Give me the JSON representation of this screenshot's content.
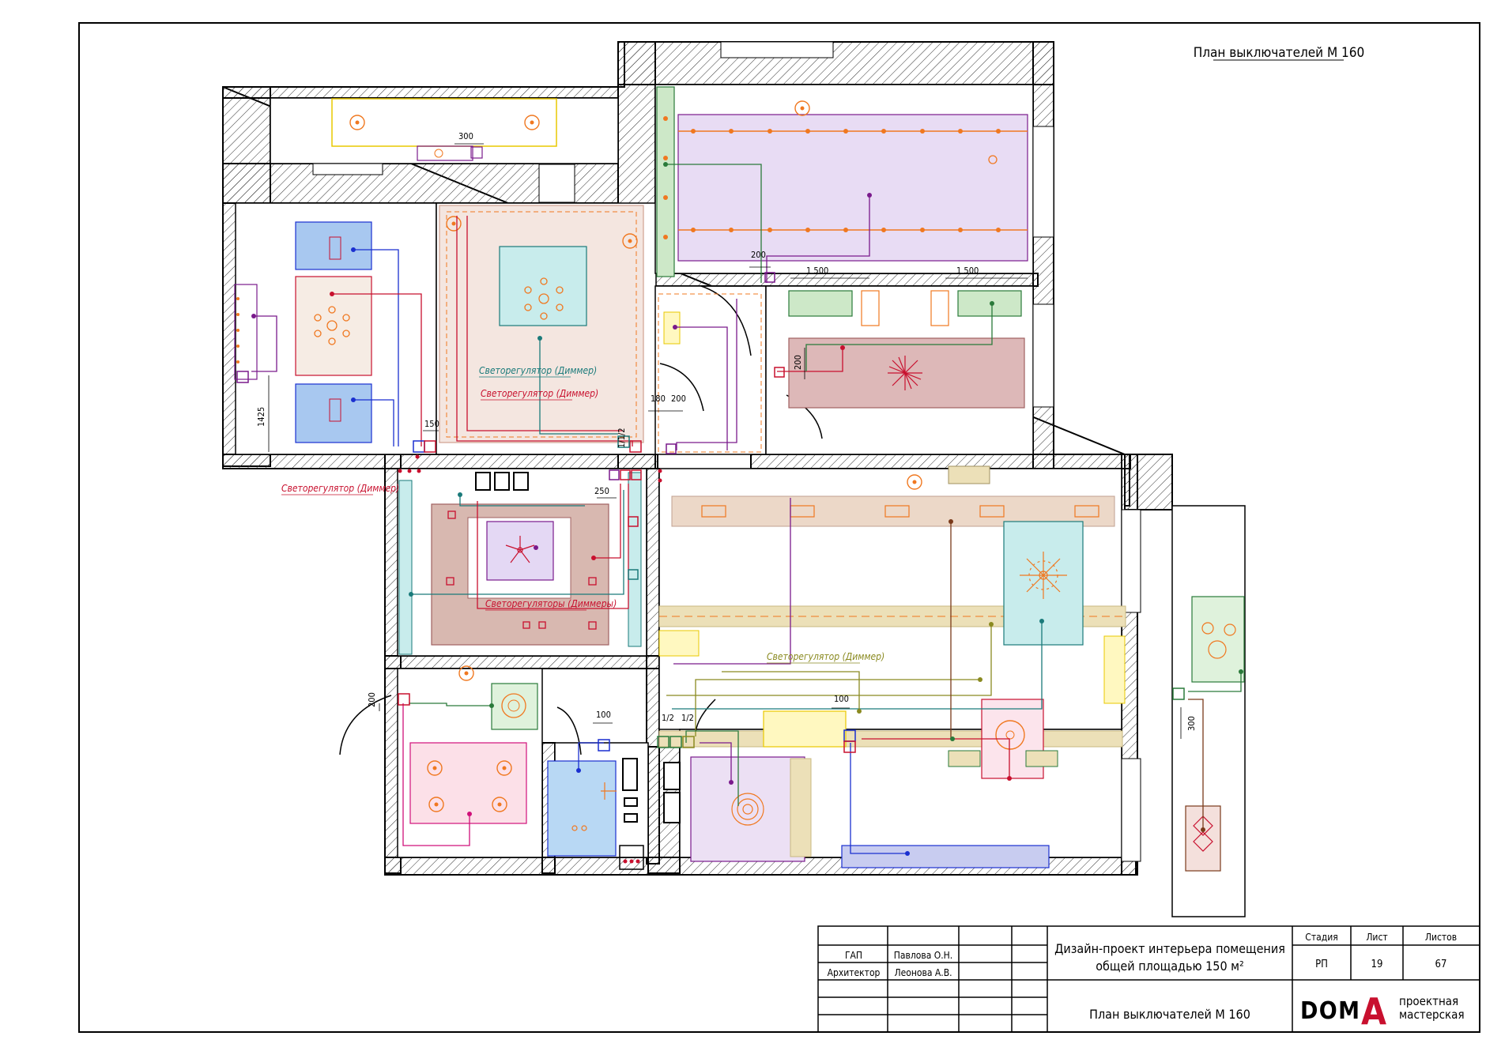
{
  "header": {
    "title": "План выключателей М 160"
  },
  "dimensions": {
    "d300_top": "300",
    "d200_a": "200",
    "d1500_left": "1 500",
    "d1500_right": "1 500",
    "d200_b": "200",
    "d180": "180",
    "d200_c": "200",
    "d150": "150",
    "d1425": "1425",
    "d1_1_2": "1/1/2",
    "d250": "250",
    "d200_d": "200",
    "d100_a": "100",
    "d12_a": "1/2",
    "d12_b": "1/2",
    "d100_b": "100",
    "d300_right": "300"
  },
  "labels": {
    "dimmer_teal": "Светорегулятор (Диммер)",
    "dimmer_red_top": "Светорегулятор (Диммер)",
    "dimmer_red_left": "Светорегулятор (Диммер)",
    "dimmers_red": "Светорегуляторы (Диммеры)",
    "dimmer_olive": "Светорегулятор (Диммер)"
  },
  "title_block": {
    "role_gap": "ГАП",
    "name_gap": "Павлова О.Н.",
    "role_arch": "Архитектор",
    "name_arch": "Леонова А.В.",
    "project_line1": "Дизайн-проект интерьера помещения",
    "project_line2": "общей площадью 150 м²",
    "col_stage": "Стадия",
    "col_sheet": "Лист",
    "col_sheets": "Листов",
    "val_stage": "РП",
    "val_sheet": "19",
    "val_sheets": "67",
    "sheet_title": "План выключателей М 160",
    "logo_text": "DOM",
    "logo_letter": "А",
    "logo_line1": "проектная",
    "logo_line2": "мастерская"
  },
  "colors": {
    "wall": "#000000",
    "orange": "#f07820",
    "red": "#c8102e",
    "blue": "#1a2fd0",
    "purple": "#7a1a8c",
    "teal": "#1a7a7a",
    "green": "#2a7a3a",
    "olive": "#8a8a20",
    "magenta": "#d0107a",
    "brown": "#7a3a1a"
  }
}
